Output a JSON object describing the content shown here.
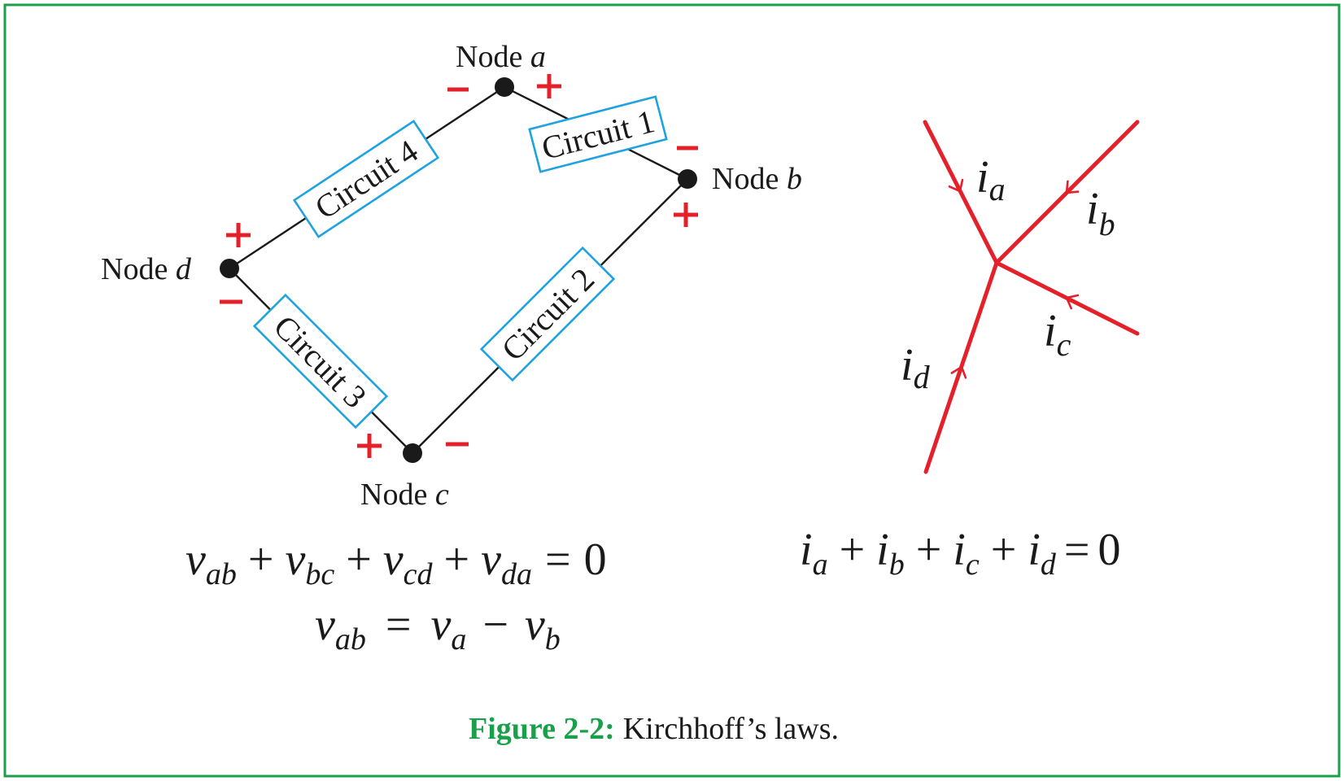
{
  "kvl_diagram": {
    "nodes": {
      "a": {
        "word": "Node",
        "letter": "a"
      },
      "b": {
        "word": "Node",
        "letter": "b"
      },
      "c": {
        "word": "Node",
        "letter": "c"
      },
      "d": {
        "word": "Node",
        "letter": "d"
      }
    },
    "circuits": [
      "Circuit 1",
      "Circuit 2",
      "Circuit 3",
      "Circuit 4"
    ],
    "polarity_marks": {
      "plus": "+",
      "minus": "−"
    }
  },
  "kcl_diagram": {
    "currents": [
      {
        "base": "i",
        "sub": "a"
      },
      {
        "base": "i",
        "sub": "b"
      },
      {
        "base": "i",
        "sub": "c"
      },
      {
        "base": "i",
        "sub": "d"
      }
    ]
  },
  "equations": {
    "kvl": {
      "v": "v",
      "subs": [
        "ab",
        "bc",
        "cd",
        "da"
      ],
      "plus": "+",
      "equals": "=",
      "zero": "0"
    },
    "definition": {
      "lhs_sub": "ab",
      "equals": "=",
      "v1_sub": "a",
      "minus": "−",
      "v2_sub": "b"
    },
    "kcl": {
      "i": "i",
      "subs": [
        "a",
        "b",
        "c",
        "d"
      ],
      "plus": "+",
      "equals": "=",
      "zero": "0"
    }
  },
  "caption": {
    "lead": "Figure 2-2:",
    "text": "Kirchhoff’s laws."
  },
  "colors": {
    "frame": "#1aa04a",
    "caption_lead": "#1aa04a",
    "circuit_box": "#1fa3e0",
    "polarity_and_currents": "#e4202a",
    "wire": "#1a1a1a"
  }
}
